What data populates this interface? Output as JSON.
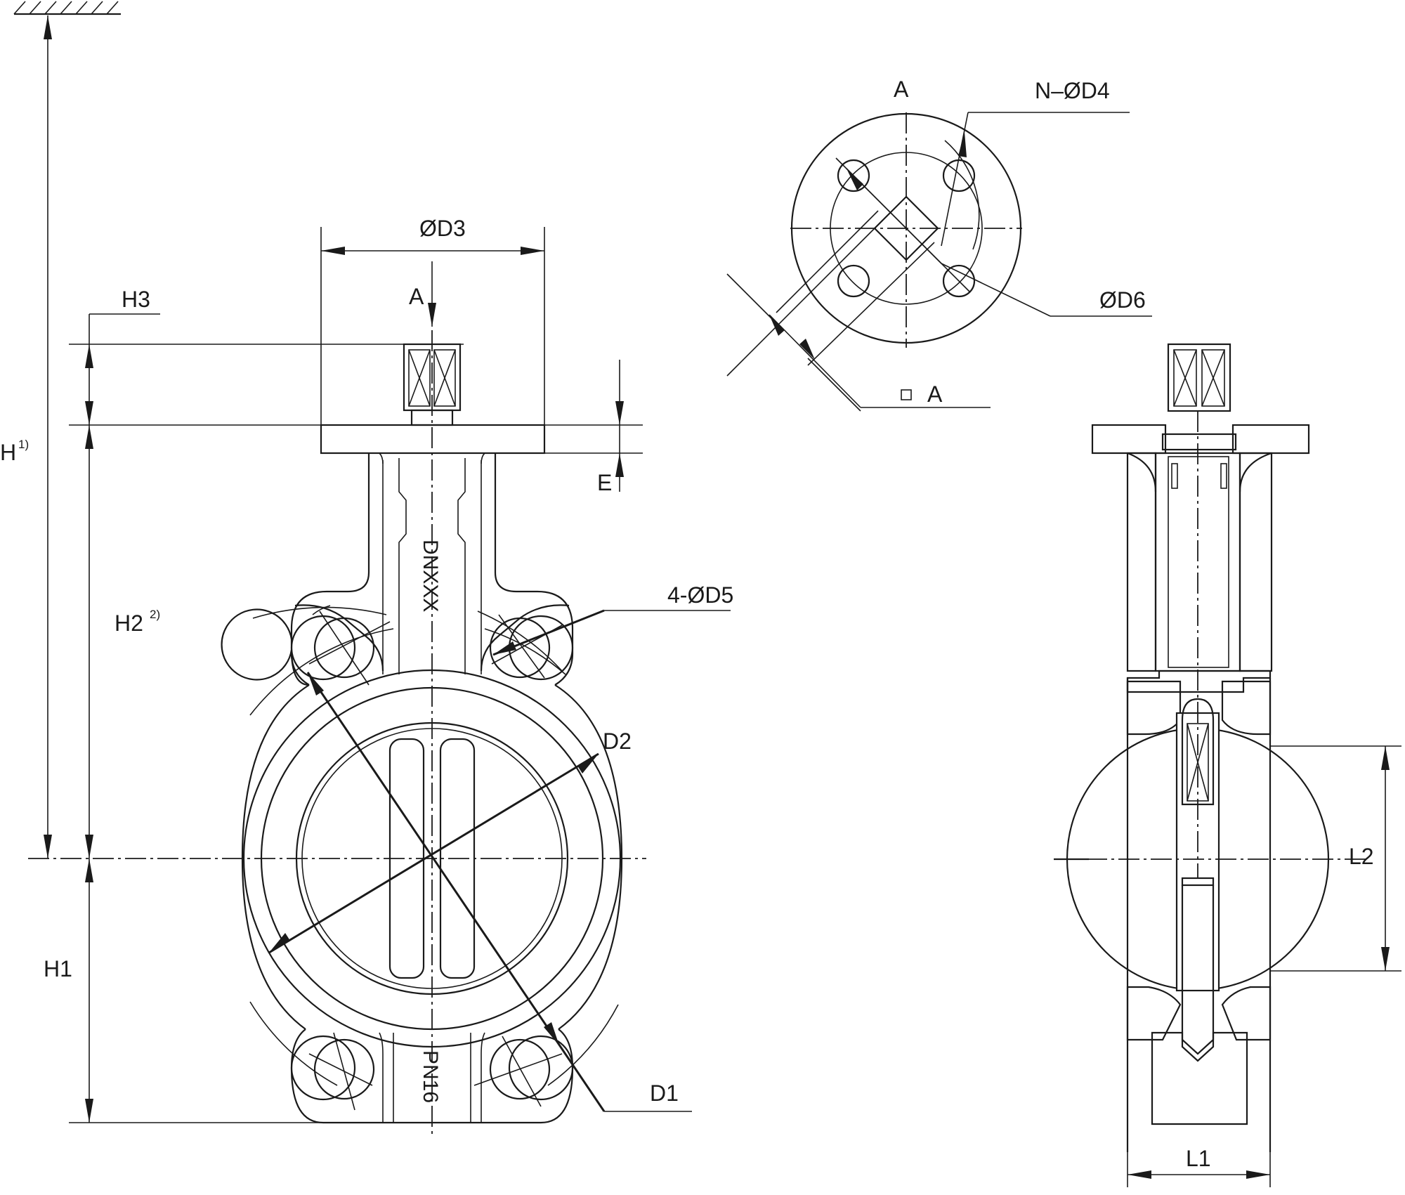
{
  "labels": {
    "h": "H",
    "h_sup": "1)",
    "h1": "H1",
    "h2": "H2",
    "h2_sup": "2)",
    "h3": "H3",
    "d3": "ØD3",
    "a_top": "A",
    "e": "E",
    "dn": "DNXXX",
    "pn": "PN16",
    "d5": "4-ØD5",
    "d2": "D2",
    "d1": "D1",
    "flange_a": "A",
    "nd4": "N–ØD4",
    "d6": "ØD6",
    "square_a": "A",
    "l1": "L1",
    "l2": "L2"
  },
  "colors": {
    "line": "#1a1a1a",
    "background": "#ffffff"
  }
}
